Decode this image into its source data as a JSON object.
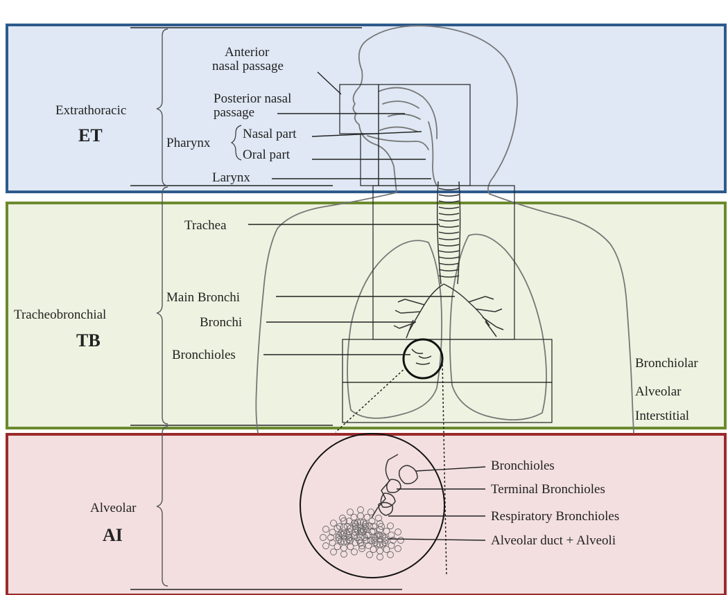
{
  "regions": {
    "et": {
      "name": "Extrathoracic",
      "abbr": "ET",
      "color": "#2e5a8c",
      "fill": "#dfe8f4"
    },
    "tb": {
      "name": "Tracheobronchial",
      "abbr": "TB",
      "color": "#6b8a2e",
      "fill": "#eef2e0"
    },
    "ai": {
      "name": "Alveolar",
      "abbr": "AI",
      "color": "#9b2a2a",
      "fill": "#f3dfe0"
    }
  },
  "labels": {
    "anterior_nasal_1": "Anterior",
    "anterior_nasal_2": "nasal passage",
    "posterior_nasal_1": "Posterior nasal",
    "posterior_nasal_2": "passage",
    "pharynx": "Pharynx",
    "nasal_part": "Nasal part",
    "oral_part": "Oral part",
    "larynx": "Larynx",
    "trachea": "Trachea",
    "main_bronchi": "Main Bronchi",
    "bronchi": "Bronchi",
    "bronchioles": "Bronchioles",
    "bronchiolar": "Bronchiolar",
    "alveolar_right": "Alveolar",
    "interstitial": "Interstitial",
    "inset_bronchioles": "Bronchioles",
    "inset_terminal": "Terminal Bronchioles",
    "inset_respiratory": "Respiratory Bronchioles",
    "inset_alveolar_duct": "Alveolar duct + Alveoli"
  }
}
